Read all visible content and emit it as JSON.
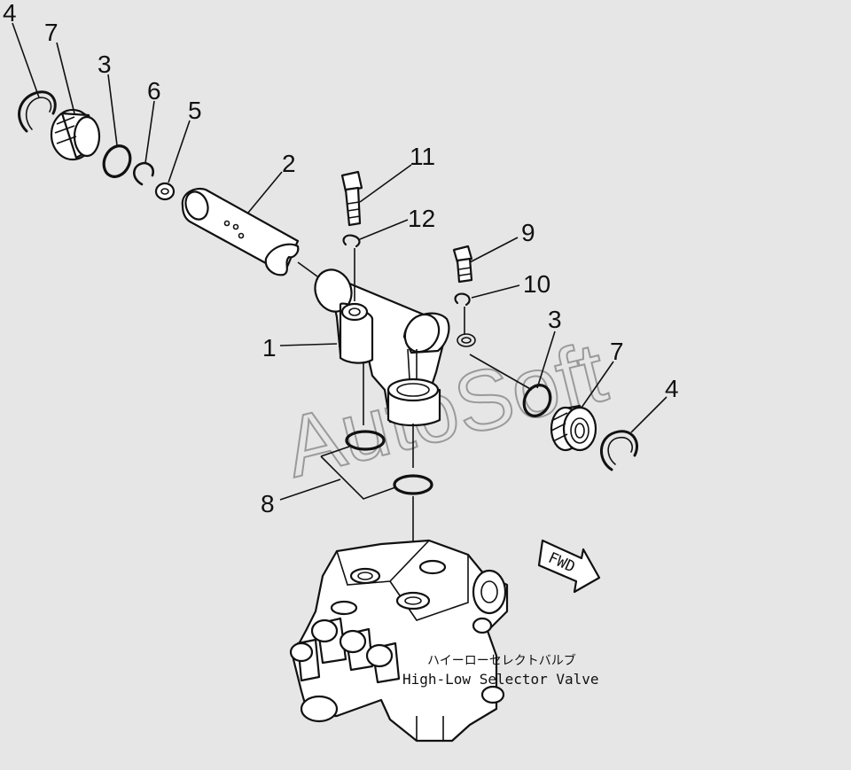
{
  "callouts": {
    "c4_left": "4",
    "c7_left": "7",
    "c3_left": "3",
    "c6": "6",
    "c5": "5",
    "c2": "2",
    "c11": "11",
    "c12": "12",
    "c9": "9",
    "c10": "10",
    "c1": "1",
    "c3_right": "3",
    "c7_right": "7",
    "c4_right": "4",
    "c8": "8"
  },
  "direction_badge": "FWD",
  "caption": {
    "japanese": "ハイーローセレクトバルブ",
    "english": "High-Low Selector Valve"
  },
  "watermark": "AutoSoft",
  "colors": {
    "background": "#e6e6e6",
    "ink": "#111111",
    "watermark": "#9a9a9a"
  }
}
